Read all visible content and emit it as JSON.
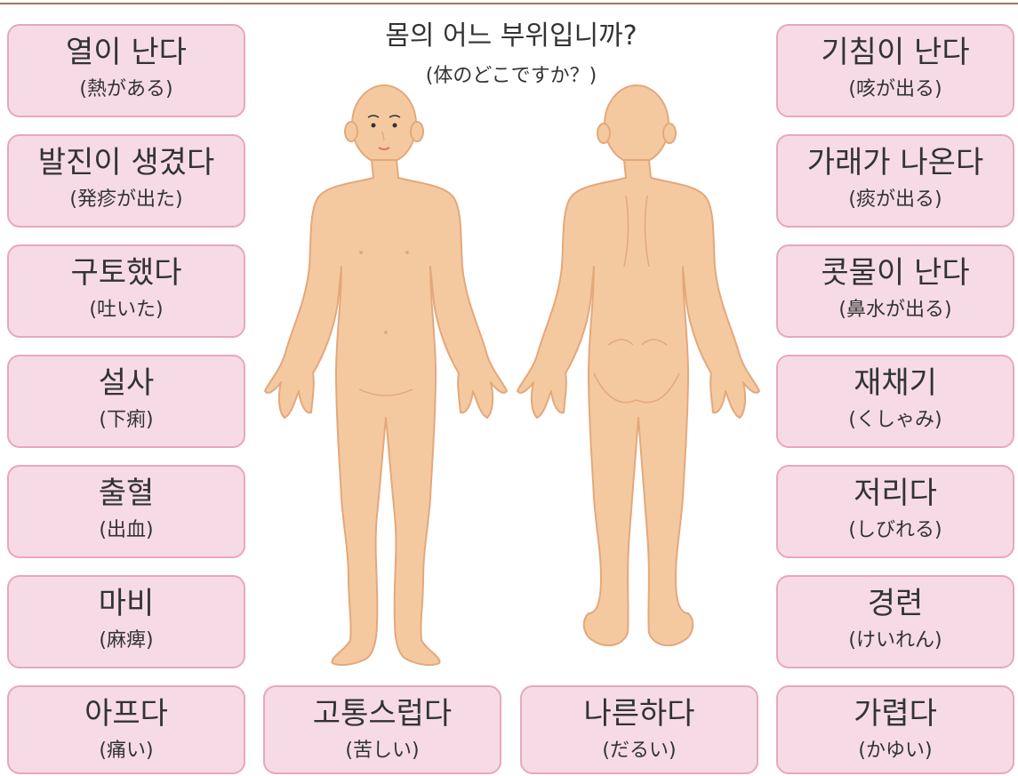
{
  "title": {
    "korean": "몸의 어느 부위입니까?",
    "japanese": "(体のどこですか？)"
  },
  "left_column": [
    {
      "korean": "열이 난다",
      "japanese": "(熱がある)"
    },
    {
      "korean": "발진이 생겼다",
      "japanese": "(発疹が出た)"
    },
    {
      "korean": "구토했다",
      "japanese": "(吐いた)"
    },
    {
      "korean": "설사",
      "japanese": "(下痢)"
    },
    {
      "korean": "출혈",
      "japanese": "(出血)"
    },
    {
      "korean": "마비",
      "japanese": "(麻痺)"
    },
    {
      "korean": "아프다",
      "japanese": "(痛い)"
    }
  ],
  "right_column": [
    {
      "korean": "기침이 난다",
      "japanese": "(咳が出る)"
    },
    {
      "korean": "가래가 나온다",
      "japanese": "(痰が出る)"
    },
    {
      "korean": "콧물이 난다",
      "japanese": "(鼻水が出る)"
    },
    {
      "korean": "재채기",
      "japanese": "(くしゃみ)"
    },
    {
      "korean": "저리다",
      "japanese": "(しびれる)"
    },
    {
      "korean": "경련",
      "japanese": "(けいれん)"
    },
    {
      "korean": "가렵다",
      "japanese": "(かゆい)"
    }
  ],
  "bottom_middle": [
    {
      "korean": "고통스럽다",
      "japanese": "(苦しい)"
    },
    {
      "korean": "나른하다",
      "japanese": "(だるい)"
    }
  ],
  "colors": {
    "card_fill": "#f6dbe6",
    "card_border": "#e8a7bf",
    "skin": "#f5c9a0",
    "skin_outline": "#e3a87c",
    "top_rule": "#a0775c"
  },
  "icons": {
    "front_figure": "human-body-front-icon",
    "back_figure": "human-body-back-icon"
  }
}
